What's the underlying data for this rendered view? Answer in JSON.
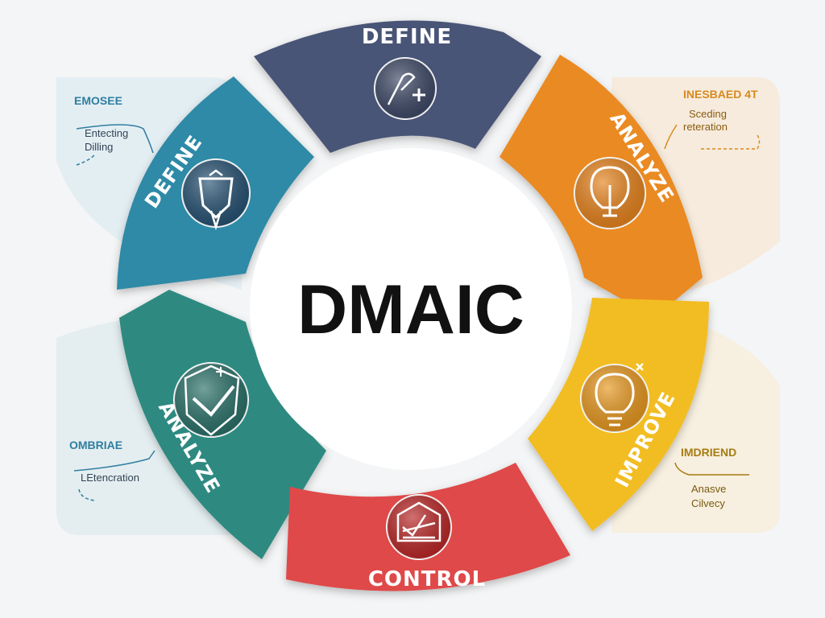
{
  "center": {
    "title": "DMAIC"
  },
  "segments": {
    "top": {
      "label": "DEFINE",
      "icon": "pen-tool-icon",
      "color": "#4a5576"
    },
    "upper_left": {
      "label": "DEFINE",
      "icon": "shield-flag-icon",
      "color": "#2f8aa6"
    },
    "upper_right": {
      "label": "ANALYZE",
      "icon": "lightbulb-icon",
      "color": "#ea8a22"
    },
    "lower_left": {
      "label": "ANALYZE",
      "icon": "shield-check-icon",
      "color": "#2f8a80"
    },
    "lower_right": {
      "label": "IMPROVE",
      "icon": "idea-bulb-icon",
      "color": "#f2bd24"
    },
    "bottom": {
      "label": "CONTROL",
      "icon": "control-chart-icon",
      "color": "#df4848"
    }
  },
  "side_notes": {
    "upper_left": {
      "title": "EMOSEE",
      "line1": "Entecting",
      "line2": "Dilling",
      "color": "#2f7ea0"
    },
    "upper_right": {
      "title": "INESBAED 4T",
      "line1": "Sceding",
      "line2": "reteration",
      "color": "#d88a20"
    },
    "lower_left": {
      "title": "OMBRIAE",
      "line1": "LEtencration",
      "color": "#2f7ea0"
    },
    "lower_right": {
      "title": "IMDRIEND",
      "line1": "Anasve",
      "line2": "Cilvecy",
      "color": "#a67c12"
    }
  }
}
